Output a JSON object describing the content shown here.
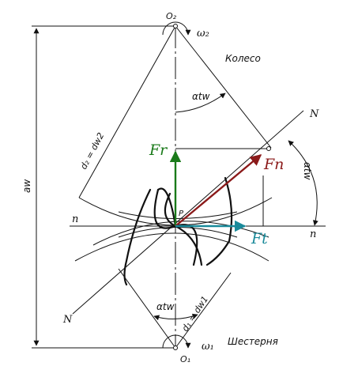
{
  "labels": {
    "o2": "O₂",
    "o1": "O₁",
    "omega2": "ω₂",
    "omega1": "ω₁",
    "wheel": "Колесо",
    "pinion": "Шестерня",
    "alpha_tw": "αtw",
    "n_upper": "N",
    "n_lower": "N",
    "n_left": "n",
    "n_right": "n",
    "p": "P",
    "aw": "aw",
    "d2": "d₂ = dw2",
    "d1": "d₁ = dw1"
  },
  "forces": {
    "fr": "Fr",
    "fn": "Fn",
    "ft": "Ft"
  },
  "colors": {
    "fr": "#1a7a1a",
    "fn": "#8b1a1a",
    "ft": "#1a8a9a",
    "line": "#111111"
  }
}
